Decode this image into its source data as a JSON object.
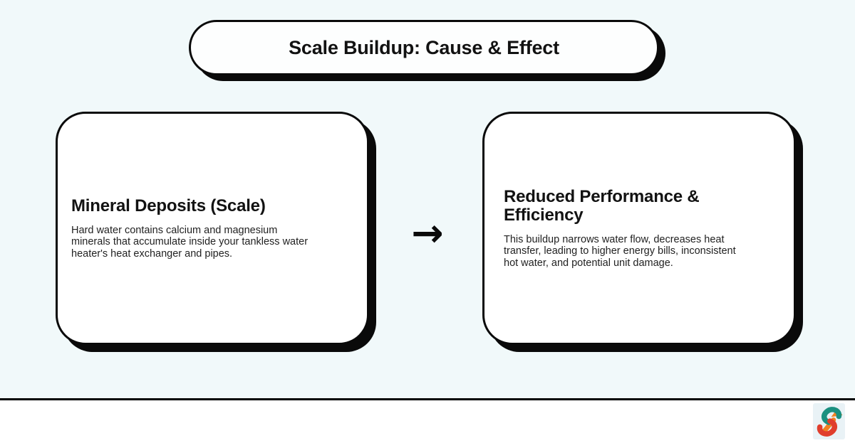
{
  "banner": {
    "title": "Scale Buildup: Cause & Effect"
  },
  "cards": [
    {
      "heading": "Mineral Deposits (Scale)",
      "body": "Hard water contains calcium and magnesium\nminerals that accumulate inside your tankless water\nheater's heat exchanger and pipes."
    },
    {
      "heading": "Reduced Performance &\nEfficiency",
      "body": "This buildup narrows water flow, decreases heat\ntransfer, leading to higher energy bills, inconsistent\nhot water, and potential unit damage."
    }
  ],
  "arrow": {
    "glyph": "→"
  },
  "footer": {
    "logo_name": "s-arrow-logo",
    "logo_colors": {
      "teal": "#1b9080",
      "red": "#e03e2d",
      "orange": "#f28021"
    }
  },
  "colors": {
    "background": "#f1f9fa",
    "card_background": "#ffffff",
    "ink": "#0a0a0a",
    "footer_background": "#ffffff"
  }
}
